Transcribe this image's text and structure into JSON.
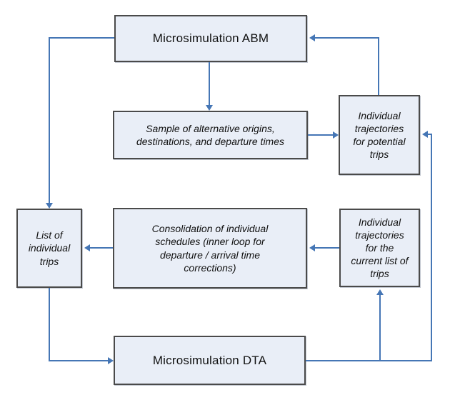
{
  "colors": {
    "box_fill": "#e9eef7",
    "box_border": "#4a4a4a",
    "arrow_blue": "#4576b5"
  },
  "nodes": {
    "abm": {
      "label": "Microsimulation ABM"
    },
    "sample": {
      "label": "Sample of alternative origins,\ndestinations, and departure times"
    },
    "potential_trips": {
      "label": "Individual\ntrajectories\nfor potential\ntrips"
    },
    "list_trips": {
      "label": "List of\nindividual\ntrips"
    },
    "consolidation": {
      "label": "Consolidation of individual\nschedules (inner loop for\ndeparture / arrival time\ncorrections)"
    },
    "current_trips": {
      "label": "Individual\ntrajectories\nfor the\ncurrent list of\ntrips"
    },
    "dta": {
      "label": "Microsimulation DTA"
    }
  }
}
